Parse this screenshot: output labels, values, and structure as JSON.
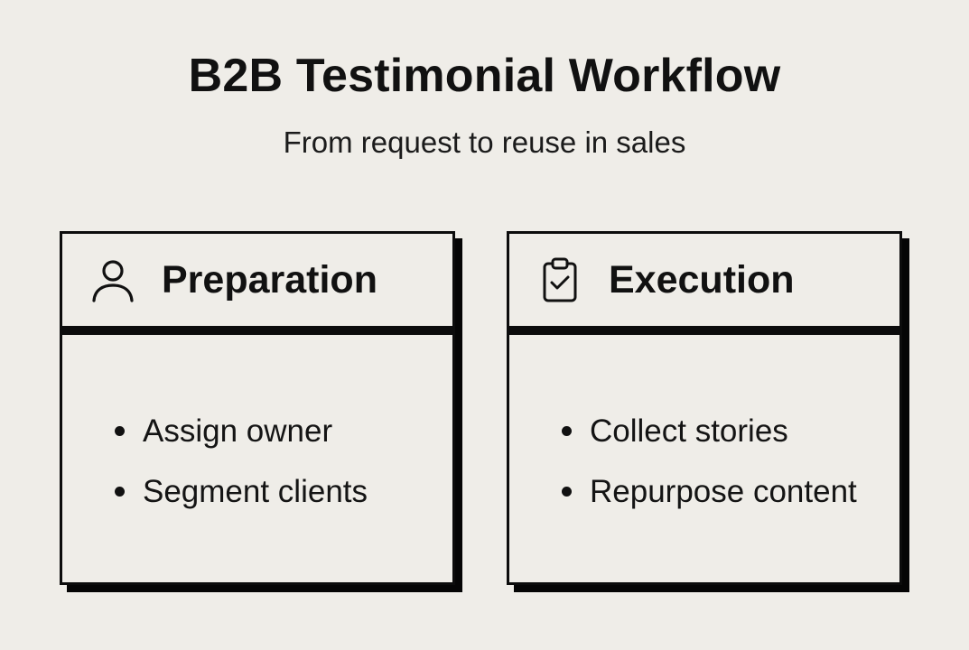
{
  "title": "B2B Testimonial Workflow",
  "subtitle": "From request to reuse in sales",
  "cards": [
    {
      "title": "Preparation",
      "icon": "person-icon",
      "items": [
        "Assign owner",
        "Segment clients"
      ]
    },
    {
      "title": "Execution",
      "icon": "clipboard-check-icon",
      "items": [
        "Collect stories",
        "Repurpose content"
      ]
    }
  ],
  "colors": {
    "background": "#efede8",
    "ink": "#111111",
    "shadow": "#050505"
  }
}
